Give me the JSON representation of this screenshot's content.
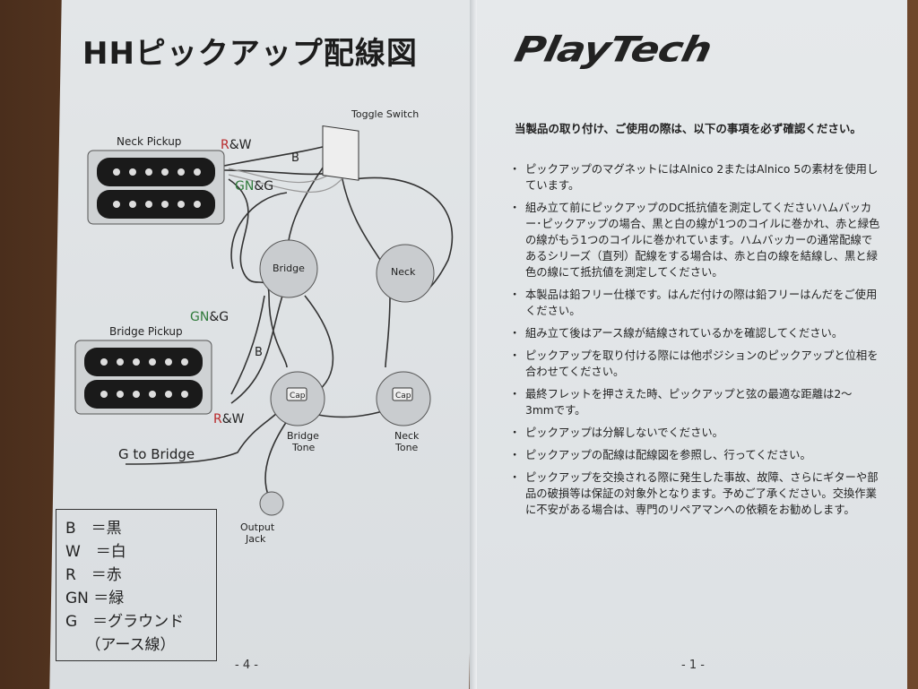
{
  "left_page": {
    "title": "HHピックアップ配線図",
    "page_number": "- 4 -",
    "diagram": {
      "neck_pickup": "Neck Pickup",
      "bridge_pickup": "Bridge Pickup",
      "toggle_switch": "Toggle Switch",
      "bridge_pot": "Bridge",
      "neck_pot": "Neck",
      "bridge_tone": "Bridge\nTone",
      "bridge_tone_l1": "Bridge",
      "bridge_tone_l2": "Tone",
      "neck_tone_l1": "Neck",
      "neck_tone_l2": "Tone",
      "cap": "Cap",
      "output_jack_l1": "Output",
      "output_jack_l2": "Jack",
      "g_to_bridge": "G to Bridge",
      "neck_rw_r": "R",
      "neck_rw_rest": "&W",
      "neck_gng_gn": "GN",
      "neck_gng_rest": "&G",
      "bridge_gng_gn": "GN",
      "bridge_gng_rest": "&G",
      "bridge_rw_r": "R",
      "bridge_rw_rest": "&W",
      "b_label": "B"
    },
    "legend": [
      "B　＝黒",
      "W　＝白",
      "R　＝赤",
      "GN ＝緑",
      "G　＝グラウンド",
      "　 （アース線）"
    ]
  },
  "right_page": {
    "logo": "PlayTech",
    "intro": "当製品の取り付け、ご使用の際は、以下の事項を必ず確認ください。",
    "notes": [
      "ピックアップのマグネットにはAlnico 2またはAlnico 5の素材を使用しています。",
      "組み立て前にピックアップのDC抵抗値を測定してくださいハムバッカー･ピックアップの場合、黒と白の線が1つのコイルに巻かれ、赤と緑色の線がもう1つのコイルに巻かれています。ハムバッカーの通常配線であるシリーズ（直列）配線をする場合は、赤と白の線を結線し、黒と緑色の線にて抵抗値を測定してください。",
      "本製品は鉛フリー仕様です。はんだ付けの際は鉛フリーはんだをご使用ください。",
      "組み立て後はアース線が結線されているかを確認してください。",
      "ピックアップを取り付ける際には他ポジションのピックアップと位相を合わせてください。",
      "最終フレットを押さえた時、ピックアップと弦の最適な距離は2～3mmです。",
      "ピックアップは分解しないでください。",
      "ピックアップの配線は配線図を参照し、行ってください。",
      "ピックアップを交換される際に発生した事故、故障、さらにギターや部品の破損等は保証の対象外となります。予めご了承ください。交換作業に不安がある場合は、専門のリペアマンへの依頼をお勧めします。"
    ],
    "page_number": "- 1 -"
  },
  "colors": {
    "red": "#b8282a",
    "green": "#2f7a3a",
    "paper": "#e3e6e8"
  }
}
